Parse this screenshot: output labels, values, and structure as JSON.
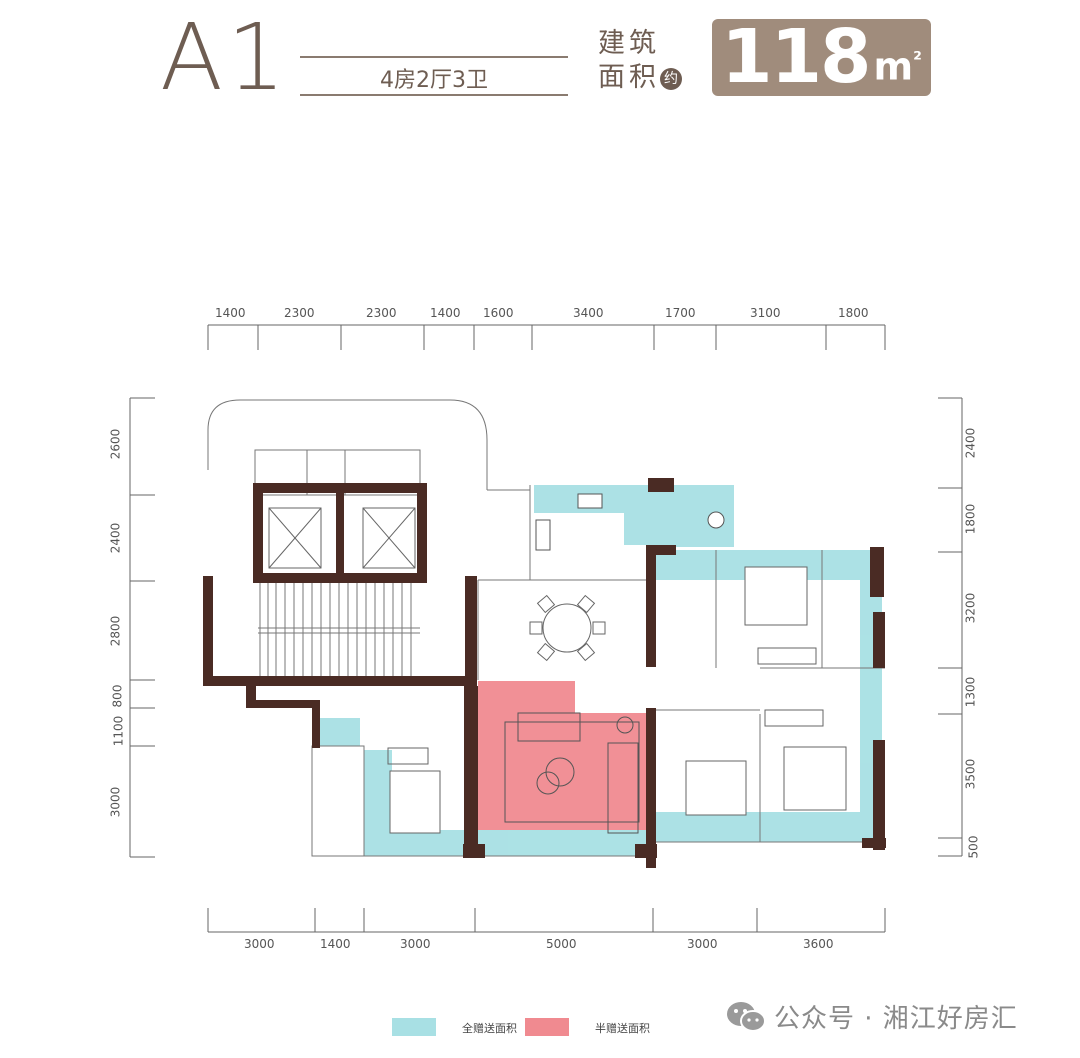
{
  "header": {
    "unit_code": "A1",
    "layout": "4房2厅3卫",
    "area_label_line1": "建筑",
    "area_label_line2": "面积",
    "approx_badge": "约",
    "area_value": "118",
    "area_unit": "m",
    "area_unit_sup": "²"
  },
  "colors": {
    "title_text": "#6e5d52",
    "area_box": "#a08c7c",
    "wall": "#4a2b24",
    "full_gift": "#a8e0e4",
    "half_gift": "#f08a90"
  },
  "dimensions": {
    "top": [
      "1400",
      "2300",
      "2300",
      "1400",
      "1600",
      "3400",
      "1700",
      "3100",
      "1800"
    ],
    "bottom": [
      "3000",
      "1400",
      "3000",
      "5000",
      "3000",
      "3600"
    ],
    "left": [
      "2600",
      "2400",
      "2800",
      "800",
      "1100",
      "3000"
    ],
    "right": [
      "2400",
      "1800",
      "3200",
      "1300",
      "3500",
      "500"
    ]
  },
  "legend": [
    {
      "label": "全赠送面积",
      "color": "#a8e0e4"
    },
    {
      "label": "半赠送面积",
      "color": "#f08a90"
    }
  ],
  "watermark": {
    "icon": "wechat-icon",
    "text": "公众号 · 湘江好房汇"
  }
}
